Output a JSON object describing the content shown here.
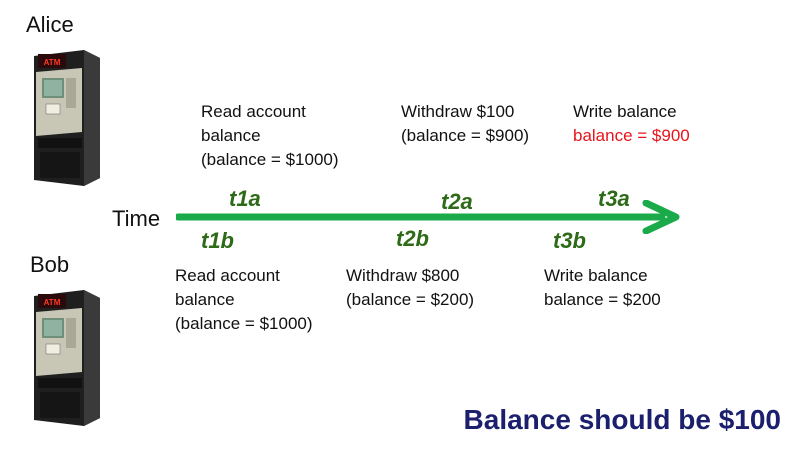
{
  "people": {
    "alice": {
      "name": "Alice",
      "atm_label": "ATM"
    },
    "bob": {
      "name": "Bob",
      "atm_label": "ATM"
    }
  },
  "timeline": {
    "label": "Time",
    "arrow_color": "#1aaa4a",
    "label_color": "#2e6a18"
  },
  "alice_events": [
    {
      "tick": "t1a",
      "lines": [
        "Read account",
        "balance",
        "(balance = $1000)"
      ]
    },
    {
      "tick": "t2a",
      "lines": [
        "Withdraw $100",
        "(balance = $900)"
      ]
    },
    {
      "tick": "t3a",
      "lines": [
        "Write balance",
        "balance = $900"
      ],
      "highlight_line": 1,
      "highlight_color": "#e8141c"
    }
  ],
  "bob_events": [
    {
      "tick": "t1b",
      "lines": [
        "Read account",
        "balance",
        "(balance = $1000)"
      ]
    },
    {
      "tick": "t2b",
      "lines": [
        "Withdraw $800",
        "(balance = $200)"
      ]
    },
    {
      "tick": "t3b",
      "lines": [
        "Write balance",
        "balance = $200"
      ]
    }
  ],
  "conclusion": {
    "text": "Balance should be $100",
    "color": "#1b1f6e"
  }
}
